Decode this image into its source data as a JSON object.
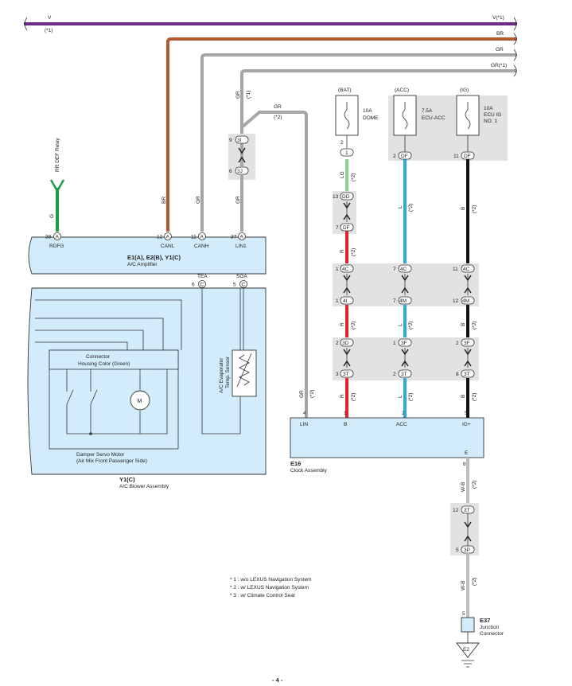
{
  "wire_colors": {
    "V": "#6a2c86",
    "BR": "#b5592e",
    "GR": "#a6a6a6",
    "G": "#1f9a48",
    "LG": "#8ed08e",
    "R": "#d8282d",
    "L": "#2ea8e0",
    "B": "#111111",
    "W-B": "#bdbdbd",
    "box_fill": "#d3ecfb",
    "connector_shade": "#e2e2e2"
  },
  "top_buses": {
    "v_left": "V",
    "v_left_note": "(*1)",
    "v_right": "V(*1)",
    "br": "BR",
    "gr": "GR",
    "gr_note": "GR(*1)"
  },
  "relay": {
    "label": "RR DEF Relay",
    "wire": "G"
  },
  "amplifier": {
    "name": "E1(A), E2(B), Y1(C)",
    "desc": "A/C Amplifier",
    "pins": [
      {
        "num": "38",
        "conn": "A",
        "name": "RDFG",
        "wire": "G"
      },
      {
        "num": "12",
        "conn": "A",
        "name": "CANL",
        "wire": "BR"
      },
      {
        "num": "11",
        "conn": "A",
        "name": "CANH",
        "wire": "GR"
      },
      {
        "num": "37",
        "conn": "A",
        "name": "LIN1",
        "wire": "GR"
      }
    ],
    "lower_pins": [
      {
        "num": "6",
        "conn": "C",
        "name": "TEA"
      },
      {
        "num": "5",
        "conn": "C",
        "name": "SGA"
      }
    ]
  },
  "gr_branch": {
    "wire": "GR",
    "note1": "(*1)",
    "wire2": "GR",
    "note2": "(*2)"
  },
  "junction_3j": {
    "top_pin": "9",
    "top_conn": "3I",
    "bottom_pin": "6",
    "bottom_conn": "3J",
    "wire": "GR"
  },
  "blower": {
    "name": "Y1(C)",
    "desc": "A/C Blower Assembly",
    "connector_title": "Connector",
    "connector_color": "Housing Color (Green)",
    "motor_symbol": "M",
    "motor_label1": "Damper Servo Motor",
    "motor_label2": "(Air Mix Front Passenger Side)",
    "sensor_label1": "A/C Evaporator",
    "sensor_label2": "Temp. Sensor"
  },
  "fuses": [
    {
      "source": "(BAT)",
      "rating": "10A",
      "name": "DOME"
    },
    {
      "source": "(ACC)",
      "rating": "7.5A",
      "name": "ECU-ACC"
    },
    {
      "source": "(IG)",
      "rating": "10A",
      "name1": "ECU IG",
      "name2": "NO. 1"
    }
  ],
  "bat_column": {
    "fuse_pin": "2",
    "pin1": "1",
    "wire1": "LG",
    "note1": "(*2)",
    "c1": {
      "num": "13",
      "conn": "DD"
    },
    "c2": {
      "num": "7",
      "conn": "DF"
    },
    "wire2": "R",
    "note2": "(*2)",
    "c3": {
      "num": "1",
      "conn": "4C"
    },
    "c4": {
      "num": "1",
      "conn": "4I"
    },
    "wire3": "R",
    "note3": "(*2)",
    "c5": {
      "num": "2",
      "conn": "3D"
    },
    "c6": {
      "num": "3",
      "conn": "3T"
    },
    "wire4": "R",
    "note4": "(*2)"
  },
  "acc_column": {
    "fuse_pin_num": "2",
    "fuse_pin_conn": "DF",
    "wire1": "L",
    "note1": "(*2)",
    "c3": {
      "num": "7",
      "conn": "4C"
    },
    "c4": {
      "num": "7",
      "conn": "4M"
    },
    "wire3": "L",
    "note3": "(*2)",
    "c5": {
      "num": "1",
      "conn": "3F"
    },
    "c6": {
      "num": "2",
      "conn": "3T"
    },
    "wire4": "L",
    "note4": "(*2)"
  },
  "ig_column": {
    "fuse_pin_num": "11",
    "fuse_pin_conn": "DF",
    "wire1": "B",
    "note1": "(*2)",
    "c3": {
      "num": "11",
      "conn": "4C"
    },
    "c4": {
      "num": "12",
      "conn": "4M"
    },
    "wire3": "B",
    "note3": "(*2)",
    "c5": {
      "num": "2",
      "conn": "3F"
    },
    "c6": {
      "num": "8",
      "conn": "3T"
    },
    "wire4": "B",
    "note4": "(*2)"
  },
  "lin_wire": {
    "wire": "GR",
    "note": "(*2)"
  },
  "clock": {
    "name": "E16",
    "desc": "Clock Assembly",
    "pins": [
      {
        "num": "4",
        "name": "LIN"
      },
      {
        "num": "1",
        "name": "B"
      },
      {
        "num": "2",
        "name": "ACC"
      },
      {
        "num": "5",
        "name": "IG+"
      }
    ],
    "e_label": "E",
    "e_pin": "8"
  },
  "ground_path": {
    "wire1": "W-B",
    "note1": "(*2)",
    "c1": {
      "num": "12",
      "conn": "3T"
    },
    "c2": {
      "num": "5",
      "conn": "3P"
    },
    "wire2": "W-B",
    "note2": "(*2)",
    "jc_pin": "5",
    "jc_name": "E37",
    "jc_desc1": "Junction",
    "jc_desc2": "Connector",
    "ground": "E2"
  },
  "notes": [
    "* 1 : w/o LEXUS Navigation System",
    "* 2 : w/ LEXUS Navigation System",
    "* 3 : w/ Climate Control Seat"
  ],
  "page_number": "- 4 -"
}
